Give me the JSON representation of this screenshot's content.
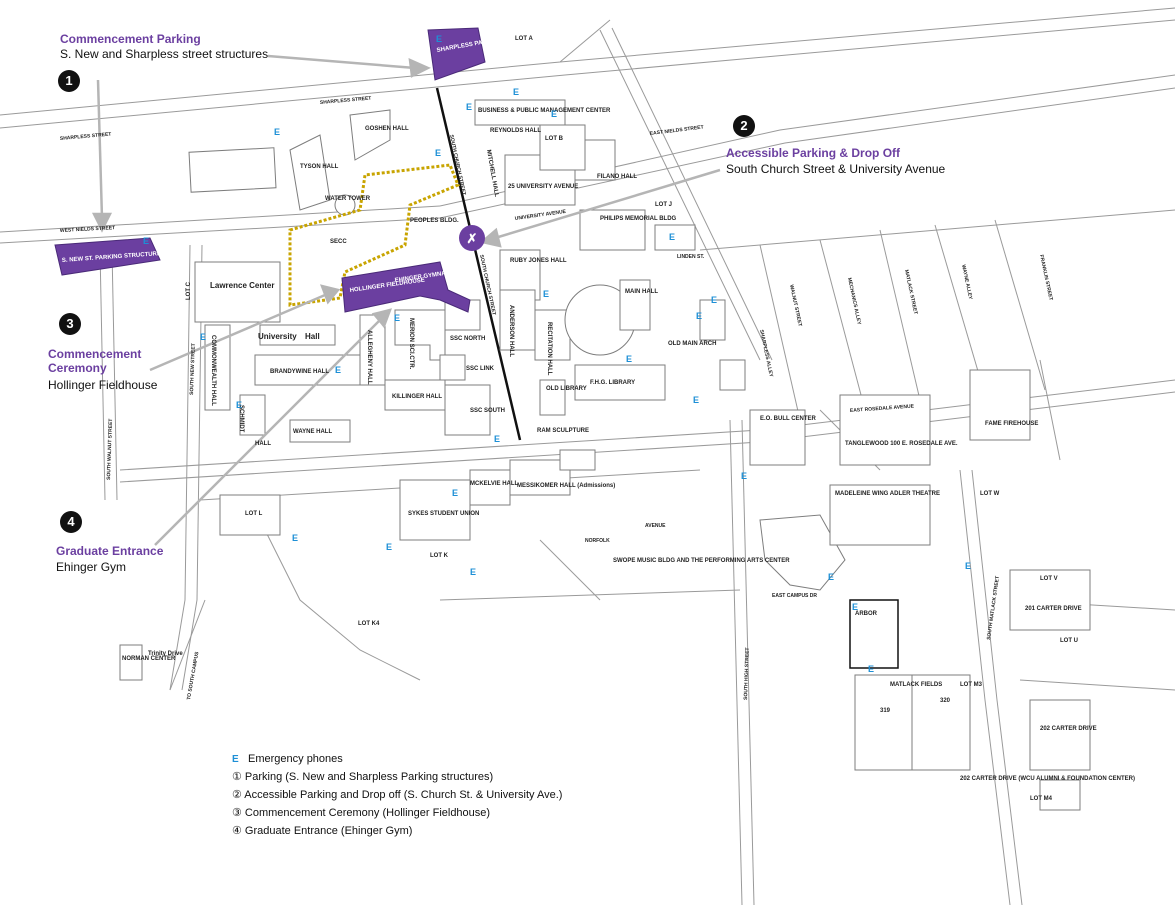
{
  "callouts": [
    {
      "num": "1",
      "title": "Commencement Parking",
      "subtitle": "S. New and Sharpless street structures"
    },
    {
      "num": "2",
      "title": "Accessible Parking & Drop Off",
      "subtitle": "South Church Street & University Avenue"
    },
    {
      "num": "3",
      "title": "Commencement Ceremony",
      "subtitle": "Hollinger Fieldhouse"
    },
    {
      "num": "4",
      "title": "Graduate Entrance",
      "subtitle": "Ehinger Gym"
    }
  ],
  "legend": {
    "phone_symbol": "E",
    "items": [
      "Emergency phones",
      "① Parking (S. New and Sharpless Parking structures)",
      "② Accessible Parking and Drop off (S. Church St. & University Ave.)",
      "③ Commencement Ceremony (Hollinger Fieldhouse)",
      "④ Graduate Entrance (Ehinger Gym)"
    ]
  },
  "streets": {
    "sharpless": "SHARPLESS STREET",
    "west_nields": "WEST NIELDS STREET",
    "east_nields": "EAST NIELDS STREET",
    "east_rosedale": "EAST ROSEDALE AVENUE",
    "south_new": "SOUTH NEW STREET",
    "south_walnut": "SOUTH WALNUT STREET",
    "south_high": "SOUTH HIGH STREET",
    "south_church": "SOUTH CHURCH STREET",
    "south_matlack": "SOUTH MATLACK STREET",
    "university_ave": "UNIVERSITY AVENUE",
    "linden": "LINDEN ST.",
    "sharpless_alley": "SHARPLESS ALLEY",
    "walnut": "WALNUT STREET",
    "mechanics_alley": "MECHANICS ALLEY",
    "matlack": "MATLACK STREET",
    "wayne_alley": "WAYNE ALLEY",
    "franklin": "FRANKLIN STREET",
    "norfolk": "NORFOLK",
    "avenue": "AVENUE",
    "east_campus_dr": "EAST CAMPUS DR",
    "to_south_campus": "TO SOUTH CAMPUS"
  },
  "buildings": {
    "sharpless_structure": "SHARPLESS PARKING STRUCTURE",
    "new_st_structure": "S. NEW ST. PARKING STRUCTURE",
    "hollinger": "HOLLINGER FIELDHOUSE",
    "ehinger": "EHINGER GYMNASIUM",
    "lawrence": "Lawrence Center",
    "university_hall": "University",
    "university_hall2": "Hall",
    "secc": "SECC",
    "water_tower": "WATER TOWER",
    "peoples": "PEOPLES BLDG.",
    "tyson": "TYSON HALL",
    "goshen": "GOSHEN HALL",
    "mitchell": "MITCHELL HALL",
    "business": "BUSINESS & PUBLIC MANAGEMENT CENTER",
    "reynolds": "REYNOLDS HALL",
    "lot_a": "LOT A",
    "lot_b": "LOT B",
    "lot_c": "LOT C",
    "lot_j": "LOT J",
    "lot_k": "LOT K",
    "lot_l": "LOT L",
    "lot_w": "LOT W",
    "lot_v": "LOT V",
    "lot_u": "LOT U",
    "lot_m3": "LOT M3",
    "lot_m4": "LOT M4",
    "lot_k4": "LOT K4",
    "twenty_five_univ": "25 UNIVERSITY AVENUE",
    "filano": "FILANO HALL",
    "philips": "PHILIPS MEMORIAL BLDG",
    "ruby_jones": "RUBY JONES HALL",
    "anderson": "ANDERSON HALL",
    "recitation": "RECITATION HALL",
    "main_hall": "MAIN HALL",
    "old_main_arch": "OLD MAIN ARCH",
    "old_library": "OLD LIBRARY",
    "fhg_library": "F.H.G. LIBRARY",
    "ssc_north": "SSC NORTH",
    "ssc_link": "SSC LINK",
    "ssc_south": "SSC SOUTH",
    "merion": "MERION SCI.CTR.",
    "allegheny": "ALLEGHENY HALL",
    "brandywine": "BRANDYWINE HALL",
    "commonwealth": "COMMONWEALTH HALL",
    "killinger": "KILLINGER HALL",
    "schmidt": "SCHMIDT",
    "wayne_hall": "WAYNE HALL",
    "hall": "HALL",
    "sykes": "SYKES STUDENT UNION",
    "mckelvie": "MCKELVIE HALL",
    "messikomer": "MESSIKOMER HALL (Admissions)",
    "swope": "SWOPE MUSIC BLDG AND THE PERFORMING ARTS CENTER",
    "eo_bull": "E.O. BULL CENTER",
    "tanglewood": "TANGLEWOOD 100 E. ROSEDALE AVE.",
    "madeleine": "MADELEINE WING ADLER THEATRE",
    "fame": "FAME FIREHOUSE",
    "carter_201": "201 CARTER DRIVE",
    "carter_202": "202 CARTER DRIVE",
    "carter_202_alumni": "202 CARTER DRIVE (WCU ALUMNI & FOUNDATION CENTER)",
    "matlack_fields": "MATLACK FIELDS",
    "field_319": "319",
    "field_320": "320",
    "norman": "NORMAN CENTER",
    "trinity": "Trinity Drive",
    "ram_sculpture": "RAM SCULPTURE",
    "arboretum": "ARBOR"
  }
}
